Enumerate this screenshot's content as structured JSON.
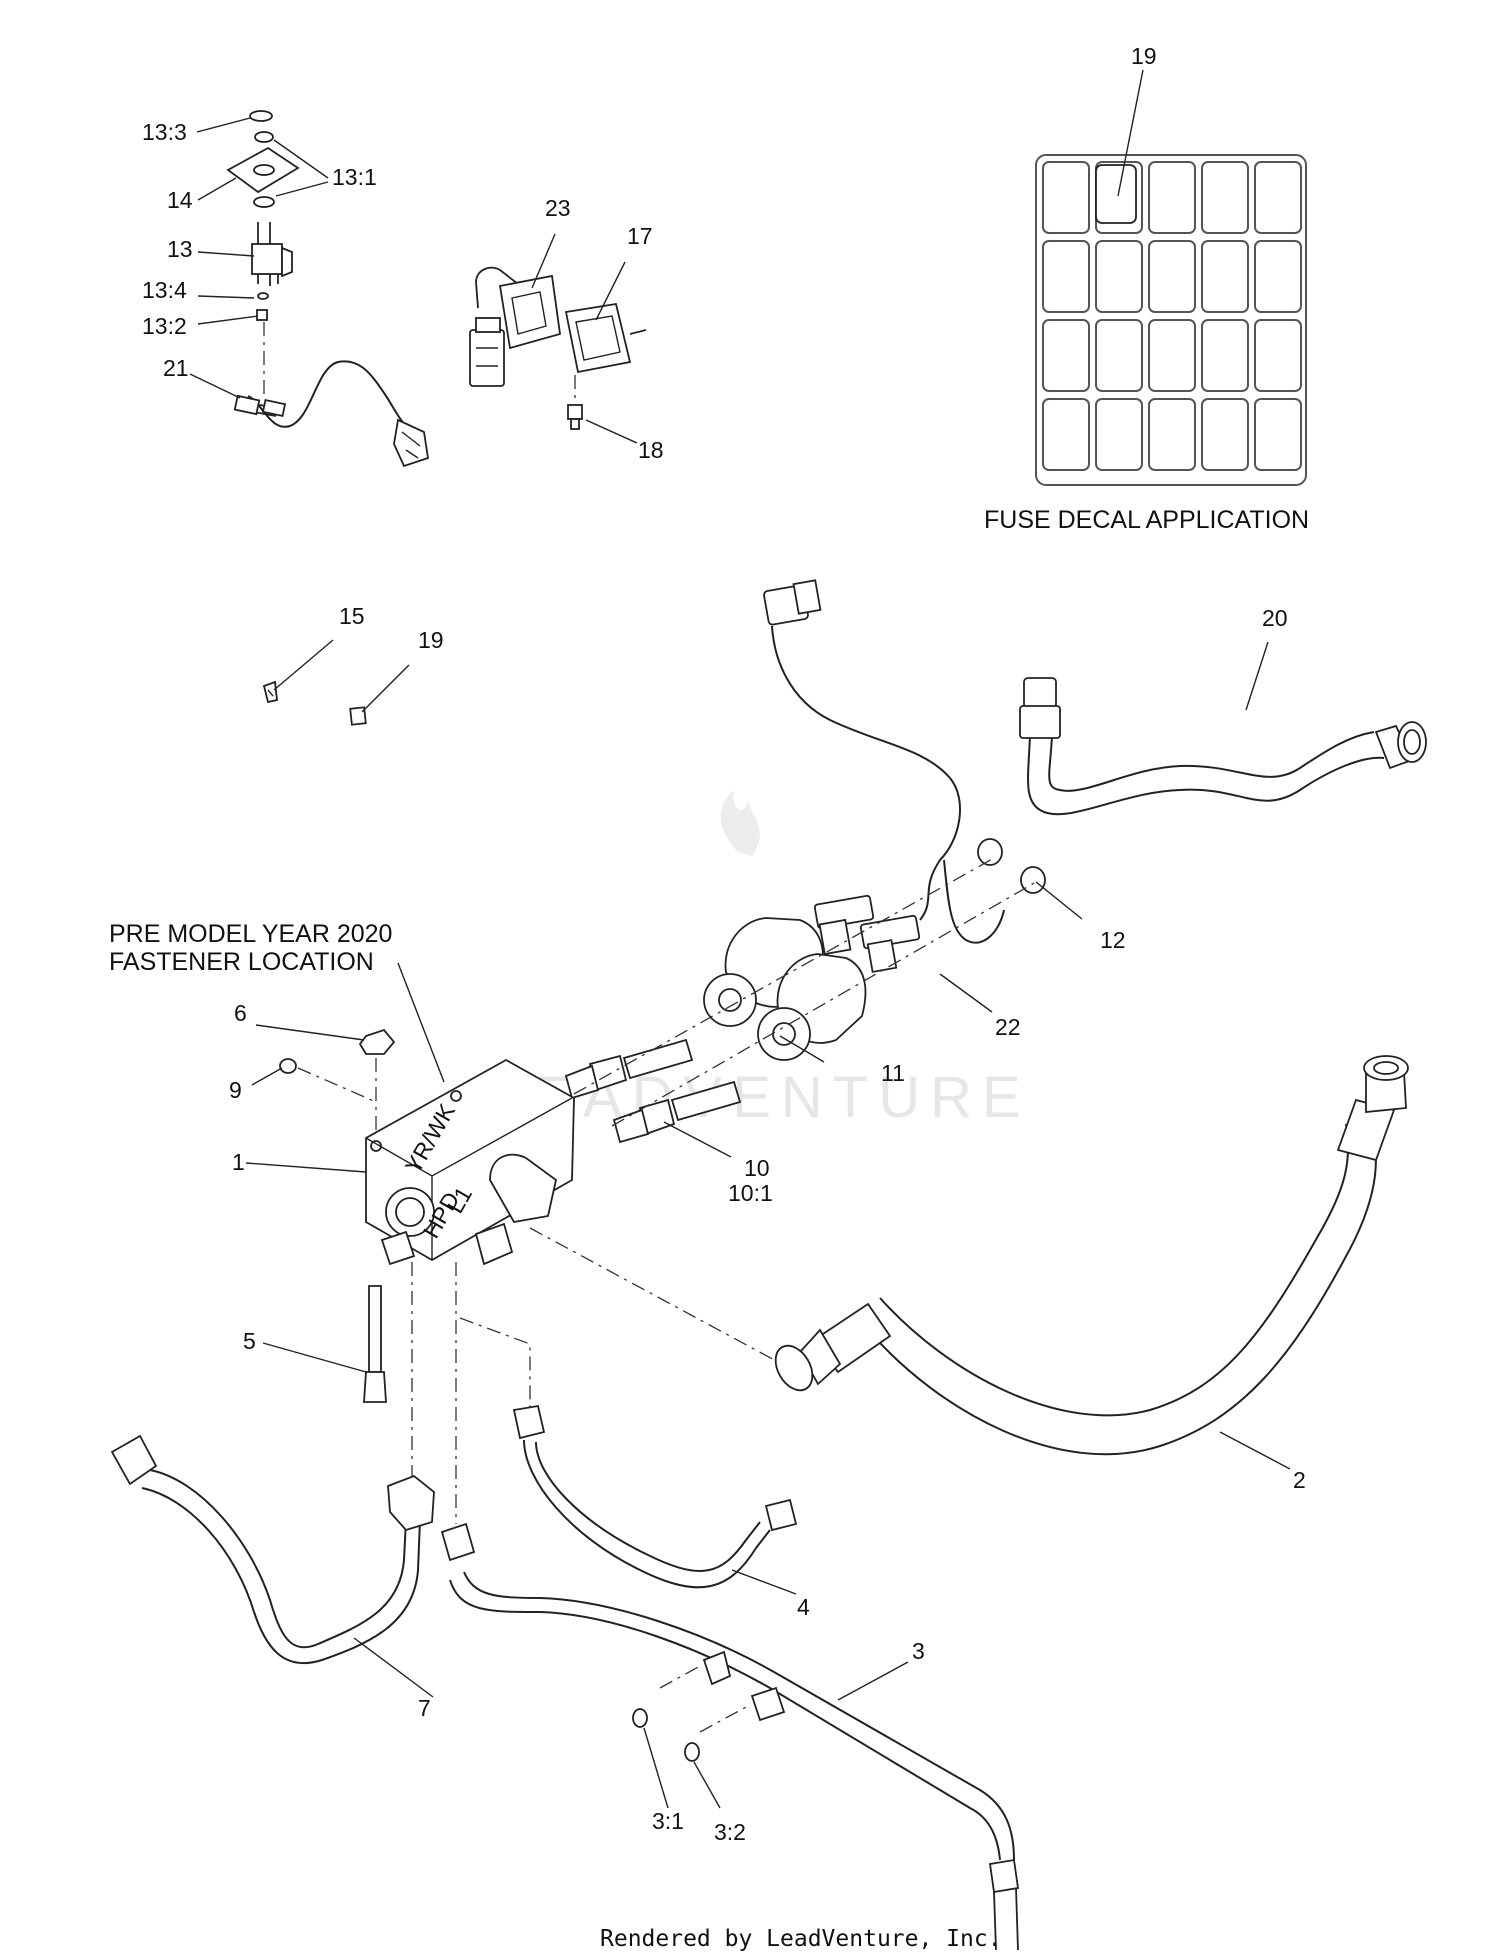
{
  "callouts": [
    {
      "id": "13-3",
      "text": "13:3"
    },
    {
      "id": "14",
      "text": "14"
    },
    {
      "id": "13-1",
      "text": "13:1"
    },
    {
      "id": "13",
      "text": "13"
    },
    {
      "id": "13-4",
      "text": "13:4"
    },
    {
      "id": "13-2",
      "text": "13:2"
    },
    {
      "id": "21",
      "text": "21"
    },
    {
      "id": "23",
      "text": "23"
    },
    {
      "id": "17",
      "text": "17"
    },
    {
      "id": "18",
      "text": "18"
    },
    {
      "id": "19-decal",
      "text": "19"
    },
    {
      "id": "15",
      "text": "15"
    },
    {
      "id": "19",
      "text": "19"
    },
    {
      "id": "20",
      "text": "20"
    },
    {
      "id": "12",
      "text": "12"
    },
    {
      "id": "22",
      "text": "22"
    },
    {
      "id": "11",
      "text": "11"
    },
    {
      "id": "6",
      "text": "6"
    },
    {
      "id": "9",
      "text": "9"
    },
    {
      "id": "1",
      "text": "1"
    },
    {
      "id": "10",
      "text": "10"
    },
    {
      "id": "10-1",
      "text": "10:1"
    },
    {
      "id": "5",
      "text": "5"
    },
    {
      "id": "2",
      "text": "2"
    },
    {
      "id": "4",
      "text": "4"
    },
    {
      "id": "7",
      "text": "7"
    },
    {
      "id": "3",
      "text": "3"
    },
    {
      "id": "3-1",
      "text": "3:1"
    },
    {
      "id": "3-2",
      "text": "3:2"
    }
  ],
  "captions": {
    "fuse_decal": "FUSE DECAL APPLICATION",
    "pre_model_line1": "PRE MODEL YEAR 2020",
    "pre_model_line2": "FASTENER LOCATION"
  },
  "manifold_marks": {
    "label_a": "YR/WK",
    "label_b": "HPD",
    "label_c": "L1"
  },
  "watermark": "LEADVENTURE",
  "footer": "Rendered by LeadVenture, Inc."
}
